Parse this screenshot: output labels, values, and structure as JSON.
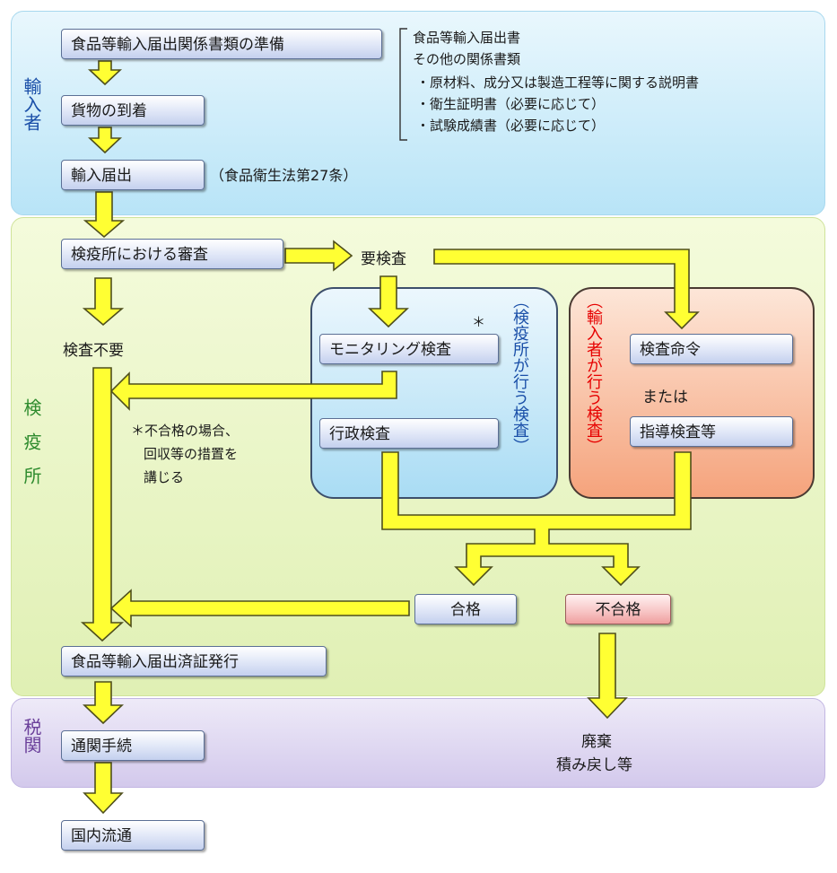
{
  "zones": {
    "importer": "輸入者",
    "quarantine": "検疫所",
    "customs": "税関"
  },
  "boxes": {
    "prepare": "食品等輸入届出関係書類の準備",
    "arrival": "貨物の到着",
    "notification": "輸入届出",
    "review": "検疫所における審査",
    "monitoring": "モニタリング検査",
    "administrative": "行政検査",
    "order": "検査命令",
    "guidance": "指導検査等",
    "pass": "合格",
    "fail": "不合格",
    "certificate": "食品等輸入届出済証発行",
    "customs_clearance": "通関手続",
    "domestic": "国内流通"
  },
  "documents": {
    "line1": "食品等輸入届出書",
    "line2": "その他の関係書類",
    "items": [
      "・原材料、成分又は製造工程等に関する説明書",
      "・衛生証明書（必要に応じて）",
      "・試験成績書（必要に応じて）"
    ]
  },
  "labels": {
    "law": "（食品衛生法第27条）",
    "inspection_required": "要検査",
    "no_inspection": "検査不要",
    "quarantine_inspection": "（検疫所が行う検査）",
    "importer_inspection": "（輸入者が行う検査）",
    "or": "または",
    "asterisk": "＊",
    "disposal_1": "廃棄",
    "disposal_2": "積み戻し等"
  },
  "footnote": {
    "line1": "＊不合格の場合、",
    "line2": "回収等の措置を",
    "line3": "講じる"
  },
  "colors": {
    "arrow_fill": "#ffff33",
    "arrow_stroke": "#4f4f1c",
    "zone_label_importer": "#1a4fa8",
    "zone_label_quarantine": "#2e8b2e",
    "zone_label_customs": "#6a3f9a",
    "quarantine_inspection": "#1a4fa8",
    "importer_inspection": "#e60000"
  }
}
